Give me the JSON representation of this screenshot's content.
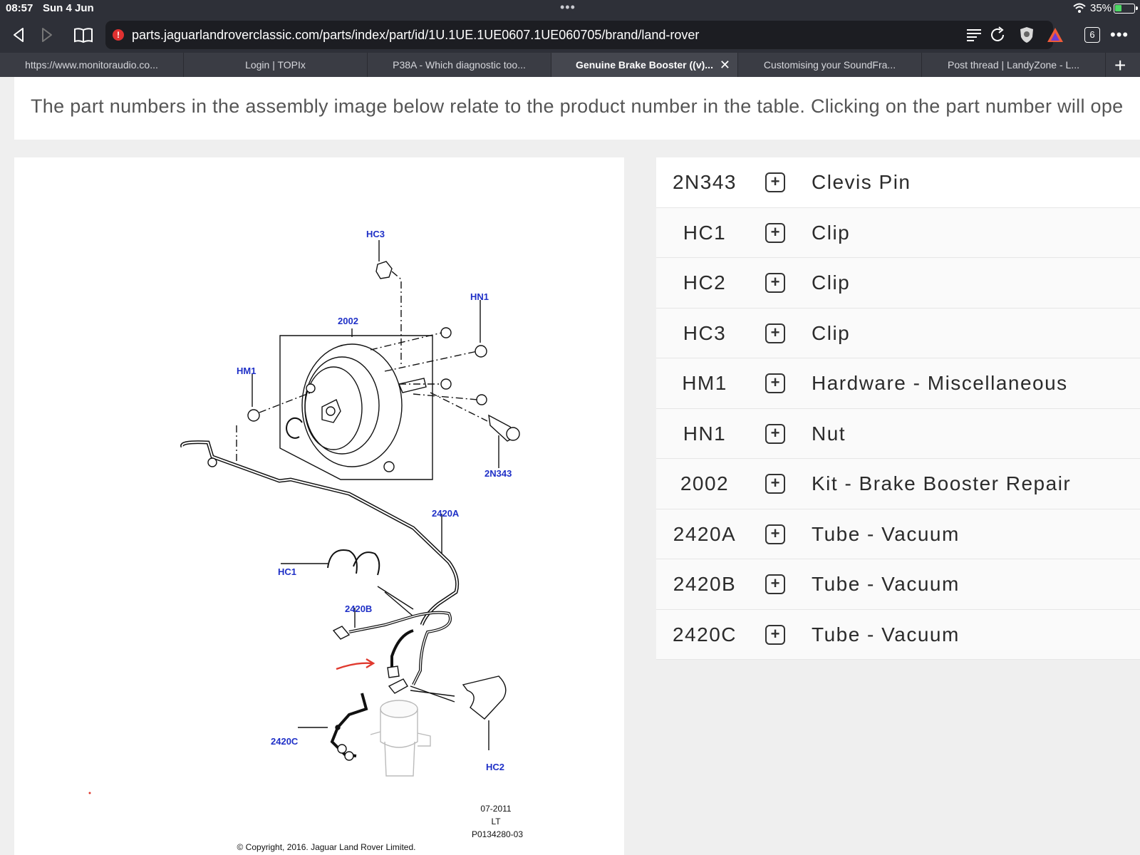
{
  "status": {
    "time": "08:57",
    "date": "Sun 4 Jun",
    "battery_pct": "35%",
    "battery_level": 0.35
  },
  "browser": {
    "url": "parts.jaguarlandroverclassic.com/parts/index/part/id/1U.1UE.1UE0607.1UE060705/brand/land-rover",
    "tab_count": "6",
    "tabs": [
      {
        "label": "https://www.monitoraudio.co..."
      },
      {
        "label": "Login | TOPIx"
      },
      {
        "label": "P38A - Which diagnostic too..."
      },
      {
        "label": "Genuine Brake Booster ((v)..."
      },
      {
        "label": "Customising your SoundFra..."
      },
      {
        "label": "Post thread | LandyZone - L..."
      }
    ]
  },
  "page": {
    "intro": "The part numbers in the assembly image below relate to the product number in the table. Clicking on the part number will ope"
  },
  "diagram": {
    "labels": {
      "hc3": "HC3",
      "hn1": "HN1",
      "d2002": "2002",
      "hm1": "HM1",
      "n2n343": "2N343",
      "t2420a": "2420A",
      "hc1": "HC1",
      "t2420b": "2420B",
      "t2420c": "2420C",
      "hc2": "HC2"
    },
    "date_code": "07-2011",
    "lt": "LT",
    "drawing_no": "P0134280-03",
    "copyright": "© Copyright, 2016. Jaguar Land Rover Limited."
  },
  "parts": [
    {
      "number": "2N343",
      "description": "Clevis Pin"
    },
    {
      "number": "HC1",
      "description": "Clip"
    },
    {
      "number": "HC2",
      "description": "Clip"
    },
    {
      "number": "HC3",
      "description": "Clip"
    },
    {
      "number": "HM1",
      "description": "Hardware - Miscellaneous"
    },
    {
      "number": "HN1",
      "description": "Nut"
    },
    {
      "number": "2002",
      "description": "Kit - Brake Booster Repair"
    },
    {
      "number": "2420A",
      "description": "Tube - Vacuum"
    },
    {
      "number": "2420B",
      "description": "Tube - Vacuum"
    },
    {
      "number": "2420C",
      "description": "Tube - Vacuum"
    }
  ]
}
